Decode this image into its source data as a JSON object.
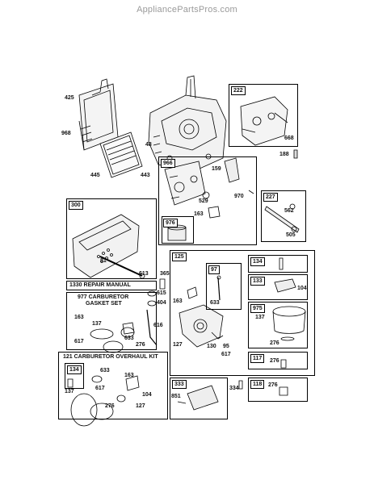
{
  "watermark": "AppliancePartsPros.com",
  "parts": {
    "p425": "425",
    "p968": "968",
    "p445": "445",
    "p48": "48",
    "p443": "443",
    "p222": "222",
    "p668": "668",
    "p188": "188",
    "p966": "966",
    "p159": "159",
    "p529": "529",
    "p970": "970",
    "p163a": "163",
    "p976": "976",
    "p227": "227",
    "p562": "562",
    "p505": "505",
    "p300": "300",
    "p81": "81",
    "p613": "613",
    "p365": "365",
    "p615": "615",
    "p404": "404",
    "p616": "616",
    "p125": "125",
    "p97": "97",
    "p633a": "633",
    "p134a": "134",
    "p133": "133",
    "p104a": "104",
    "p975": "975",
    "p137a": "137",
    "p276a": "276",
    "p95": "95",
    "p163b": "163",
    "p127a": "127",
    "p130": "130",
    "p617a": "617",
    "p117": "117",
    "p276b": "276",
    "p333": "333",
    "p334": "334",
    "p851": "851",
    "p118": "118",
    "p276c": "276",
    "p163c": "163",
    "p137b": "137",
    "p617b": "617",
    "p633b": "633",
    "p276d": "276",
    "p134b": "134",
    "p633c": "633",
    "p163d": "163",
    "p137c": "137",
    "p617c": "617",
    "p104b": "104",
    "p276e": "276",
    "p127b": "127"
  },
  "kits": {
    "repair_manual": "1330 REPAIR MANUAL",
    "gasket_set_line1": "977 CARBURETOR",
    "gasket_set_line2": "GASKET SET",
    "overhaul_kit": "121 CARBURETOR OVERHAUL KIT"
  }
}
